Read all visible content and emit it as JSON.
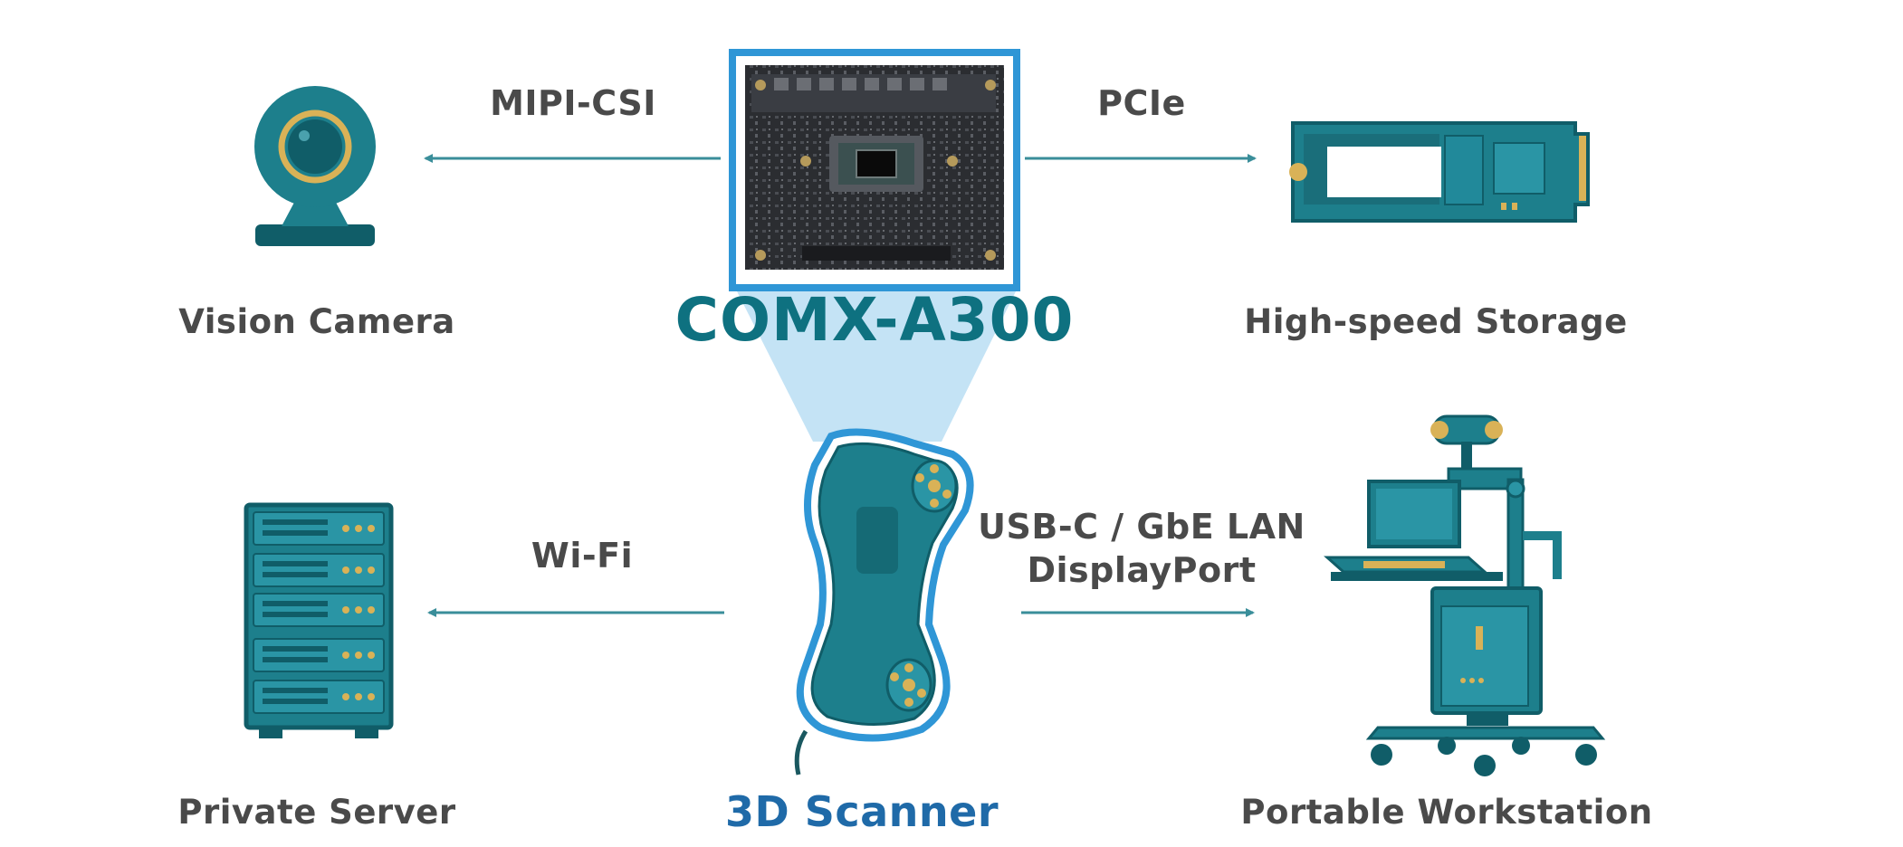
{
  "diagram": {
    "module_title": "COMX-A300",
    "nodes": {
      "vision_camera": "Vision Camera",
      "high_speed_storage": "High-speed Storage",
      "private_server": "Private Server",
      "scanner": "3D Scanner",
      "portable_workstation": "Portable Workstation"
    },
    "connections": {
      "camera_link": "MIPI-CSI",
      "storage_link": "PCIe",
      "server_link": "Wi-Fi",
      "workstation_link_line1": "USB-C / GbE LAN",
      "workstation_link_line2": "DisplayPort"
    },
    "colors": {
      "teal": "#1d7f8c",
      "teal_dark": "#105d68",
      "arrow": "#3a8e9a",
      "gold": "#d9b257",
      "board_border": "#2f96d6",
      "projection": "#c4e3f5",
      "label_text": "#4a4a4a",
      "title_text": "#0e7180",
      "scanner_text": "#1f6aa8"
    },
    "icons": [
      "webcam-icon",
      "chip-board-icon",
      "m2-ssd-icon",
      "server-rack-icon",
      "handheld-3d-scanner-icon",
      "workstation-cart-icon"
    ]
  }
}
